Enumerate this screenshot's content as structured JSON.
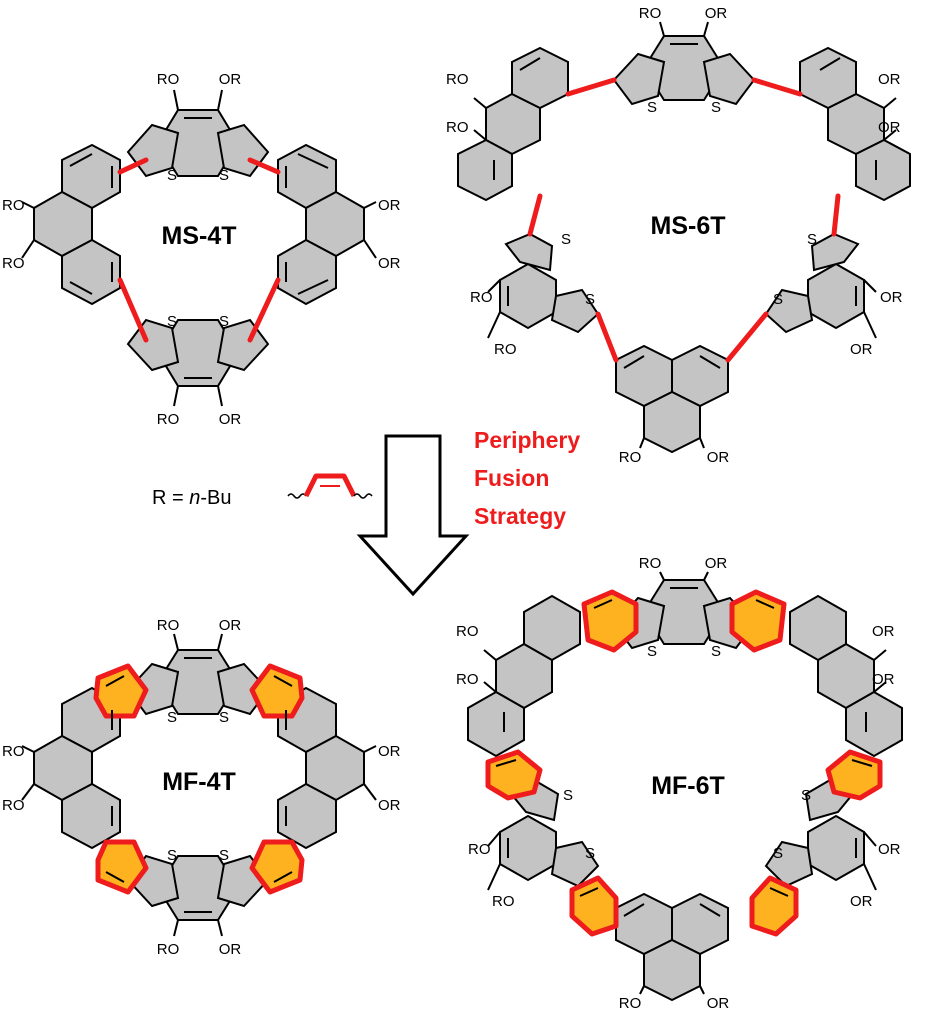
{
  "molecules": {
    "ms4t": {
      "name": "MS-4T"
    },
    "ms6t": {
      "name": "MS-6T"
    },
    "mf4t": {
      "name": "MF-4T"
    },
    "mf6t": {
      "name": "MF-6T"
    }
  },
  "substituent": {
    "or": "OR",
    "ro": "RO"
  },
  "heteroatom": {
    "s": "S"
  },
  "r_definition": {
    "prefix": "R = ",
    "italic": "n",
    "suffix": "-Bu"
  },
  "strategy": {
    "lines": [
      "Periphery",
      "Fusion",
      "Strategy"
    ]
  },
  "colors": {
    "ring_fill": "#c4c4c4",
    "new_ring_fill": "#ffb21f",
    "highlight": "#ee1c1c",
    "bond": "#000000"
  },
  "icons": {
    "arrow": "down-arrow-icon",
    "butyl": "butyl-chain-icon"
  }
}
